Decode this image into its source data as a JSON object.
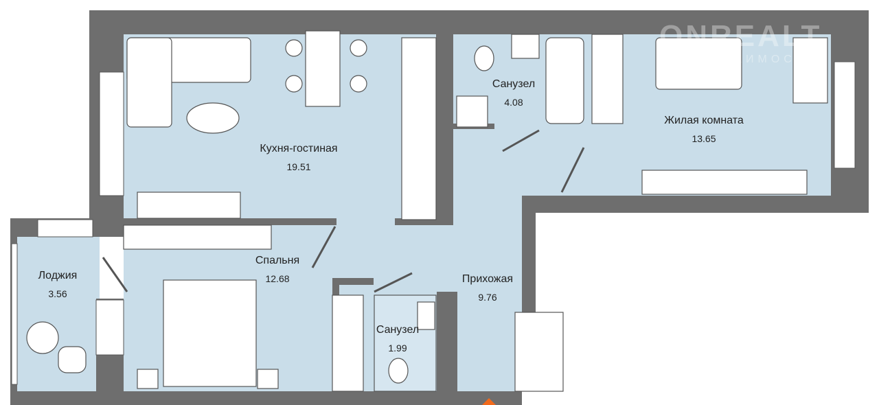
{
  "watermark": {
    "brand": "ONREALT",
    "tagline": "НЕДВИЖИМОСТЬ"
  },
  "colors": {
    "wall": "#6e6e6e",
    "room": "#c9dde9",
    "furniture": "#ffffff",
    "entrance_marker": "#f26a1b"
  },
  "rooms": [
    {
      "name": "Кухня-гостиная",
      "area": "19.51"
    },
    {
      "name": "Санузел",
      "area": "4.08"
    },
    {
      "name": "Жилая комната",
      "area": "13.65"
    },
    {
      "name": "Спальня",
      "area": "12.68"
    },
    {
      "name": "Лоджия",
      "area": "3.56"
    },
    {
      "name": "Прихожая",
      "area": "9.76"
    },
    {
      "name": "Санузел",
      "area": "1.99"
    }
  ]
}
